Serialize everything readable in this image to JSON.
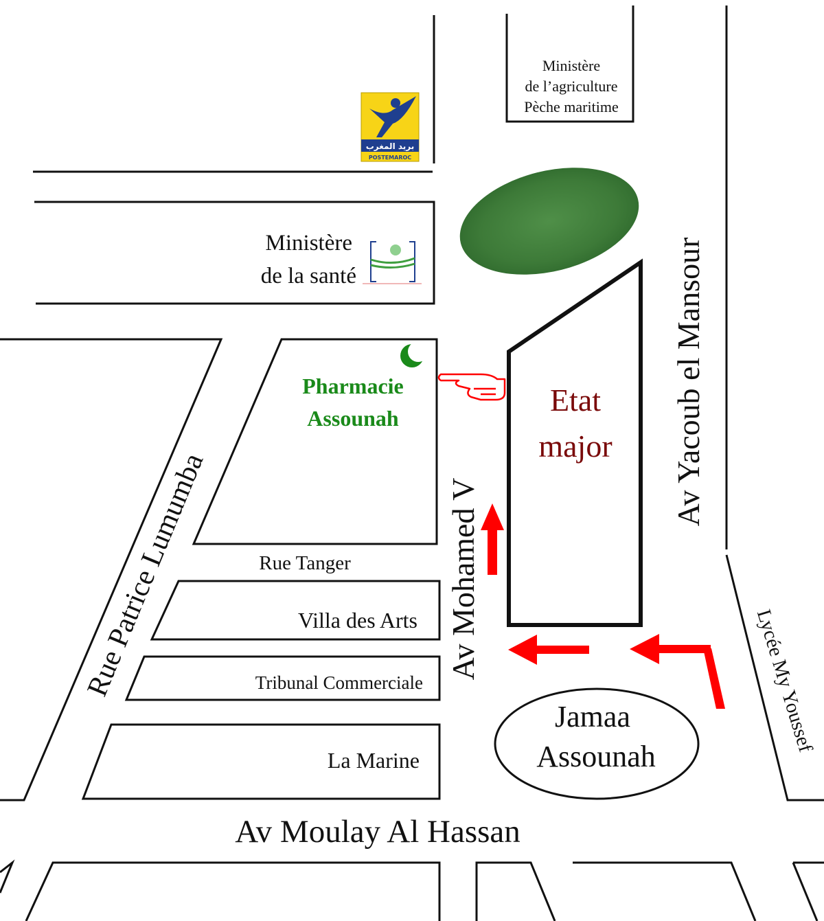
{
  "colors": {
    "ink": "#111111",
    "route_arrow": "#ff0000",
    "pharmacy": "#1a8a1a",
    "landmark": "#7a0a0a",
    "park": "#3f7a3a",
    "poste_logo": "#f7d417",
    "sante_logo": "#1f3f8f"
  },
  "logos": {
    "poste": {
      "icon": "poste-maroc-logo",
      "arabic_text": "بريد المغرب",
      "latin_text": "POSTEMAROC"
    },
    "sante": {
      "icon": "ministere-sante-logo"
    },
    "pharmacy": {
      "icon": "crescent-icon"
    },
    "pointer": {
      "icon": "pointing-hand-icon"
    }
  },
  "park": {
    "icon": "green-park"
  },
  "buildings": {
    "agriculture": {
      "line1": "Ministère",
      "line2": "de l’agriculture",
      "line3": "Pèche maritime"
    },
    "sante": {
      "line1": "Ministère",
      "line2": "de la santé"
    },
    "pharmacie": {
      "line1": "Pharmacie",
      "line2": "Assounah"
    },
    "etat_major": {
      "line1": "Etat",
      "line2": "major"
    },
    "villa_des_arts": "Villa des Arts",
    "tribunal": "Tribunal Commerciale",
    "la_marine": "La Marine",
    "jamaa": {
      "line1": "Jamaa",
      "line2": "Assounah"
    }
  },
  "streets": {
    "rue_tanger": "Rue Tanger",
    "av_mohamed_v": "Av Mohamed V",
    "av_yacoub": "Av Yacoub el Mansour",
    "rue_lumumba": "Rue Patrice Lumumba",
    "lycee": "Lycée My Youssef",
    "av_moulay": "Av Moulay Al Hassan"
  }
}
